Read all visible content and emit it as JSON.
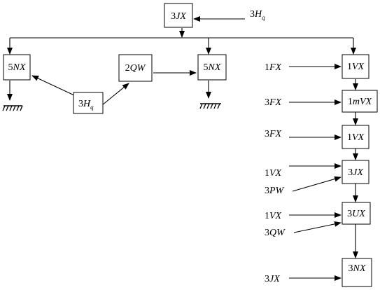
{
  "diagram": {
    "nodes": {
      "top_3jx": {
        "num": "3",
        "name": "JX"
      },
      "left_5nx": {
        "num": "5",
        "name": "NX"
      },
      "mid_2qw": {
        "num": "2",
        "name": "QW"
      },
      "mid_5nx": {
        "num": "5",
        "name": "NX"
      },
      "mid_3hq": {
        "num": "3",
        "name": "H",
        "sub": "q"
      },
      "r_1vx_a": {
        "num": "1",
        "name": "VX"
      },
      "r_1mvx": {
        "num": "1",
        "name": "mVX"
      },
      "r_1vx_b": {
        "num": "1",
        "name": "VX"
      },
      "r_3jx": {
        "num": "3",
        "name": "JX"
      },
      "r_3ux": {
        "num": "3",
        "name": "UX"
      },
      "r_3nx": {
        "num": "3",
        "name": "NX"
      }
    },
    "inputs": {
      "top_3hq": {
        "num": "3",
        "name": "H",
        "sub": "q"
      },
      "in_1fx": {
        "num": "1",
        "name": "FX"
      },
      "in_3fx_a": {
        "num": "3",
        "name": "FX"
      },
      "in_3fx_b": {
        "num": "3",
        "name": "FX"
      },
      "in_1vx_a": {
        "num": "1",
        "name": "VX"
      },
      "in_3pw": {
        "num": "3",
        "name": "PW"
      },
      "in_1vx_b": {
        "num": "1",
        "name": "VX"
      },
      "in_3qw": {
        "num": "3",
        "name": "QW"
      },
      "in_3jx": {
        "num": "3",
        "name": "JX"
      }
    }
  }
}
